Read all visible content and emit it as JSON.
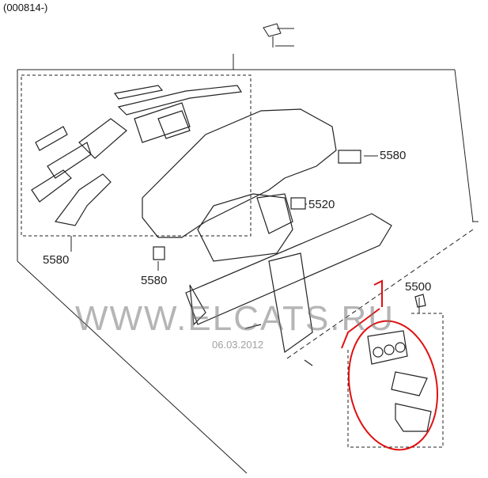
{
  "header": {
    "code": "(000814-)"
  },
  "labels": {
    "part_5580_a": "5580",
    "part_5580_b": "5580",
    "part_5580_c": "5580",
    "part_5520": "5520",
    "part_5500": "5500"
  },
  "annotation": {
    "callout": "1",
    "color": "#e01010"
  },
  "watermark": {
    "site": "WWW.ELCATS.RU",
    "date": "06.03.2012"
  }
}
